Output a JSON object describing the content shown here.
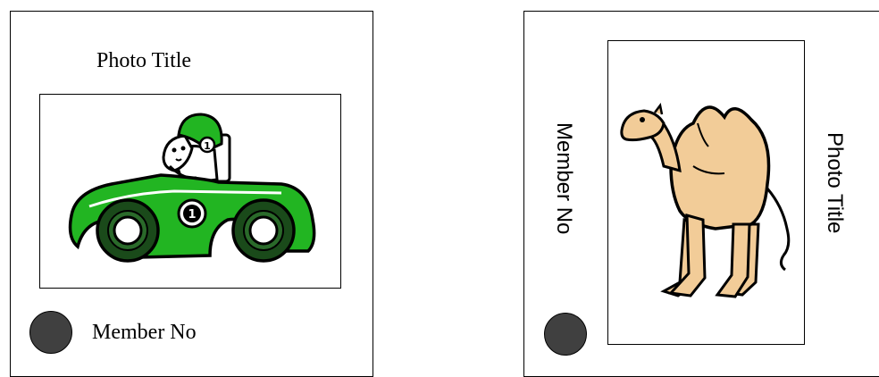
{
  "left_card": {
    "photo_title": "Photo Title",
    "member_no": "Member No",
    "image": "race-car-number-1"
  },
  "right_card": {
    "photo_title": "Photo Title",
    "member_no": "Member No",
    "image": "camel"
  },
  "colors": {
    "car_green": "#22b522",
    "camel_tan": "#f2cc98",
    "dot": "#404040"
  }
}
